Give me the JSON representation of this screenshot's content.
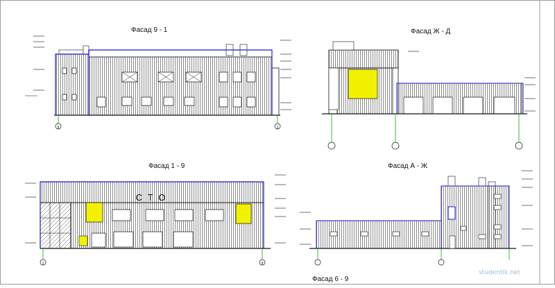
{
  "titles": {
    "facade_9_1": "Фасад 9 - 1",
    "facade_zh_d": "Фасад Ж - Д",
    "facade_1_9": "Фасад 1 - 9",
    "facade_a_zh": "Фасад А - Ж",
    "facade_6_9": "Фасад 6 - 9"
  },
  "signage": {
    "sto": "С Т О"
  },
  "axes": {
    "f91_left": "9",
    "f91_right": "1",
    "f19_left": "1",
    "f19_right": "9"
  },
  "watermark": "studentik.net",
  "colors": {
    "outline": "#1a1acc",
    "fill_panel": "#f2f200",
    "ground": "#00aa00",
    "ink": "#111111"
  }
}
